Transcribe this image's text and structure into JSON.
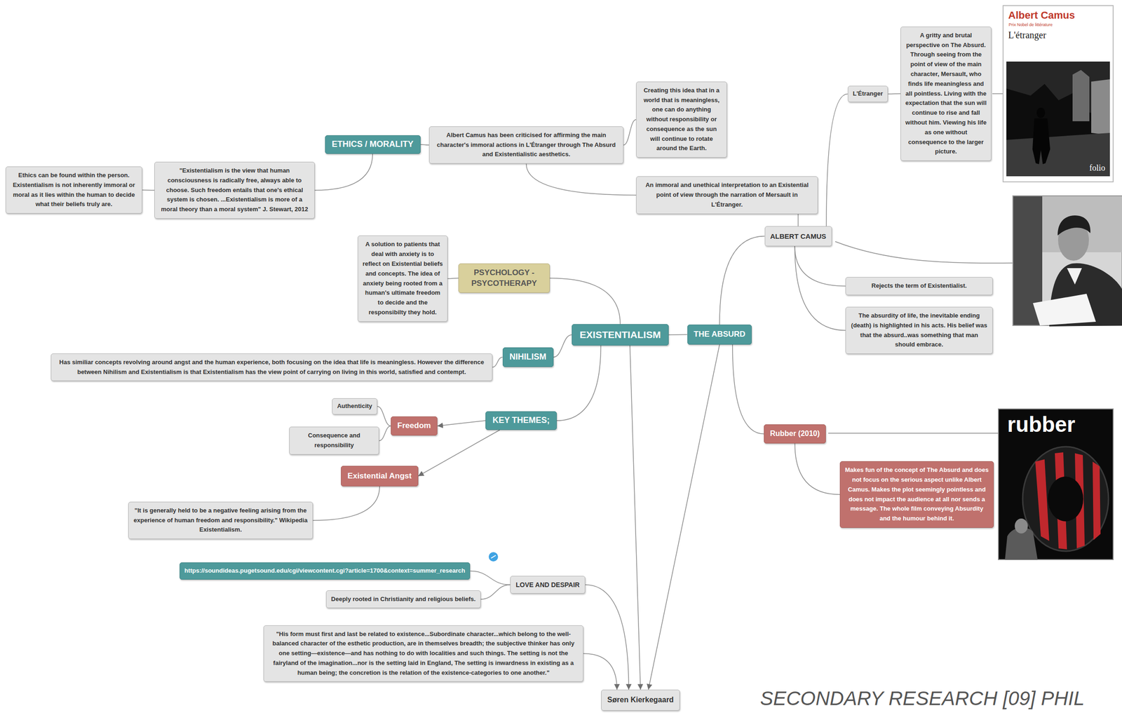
{
  "diagram": {
    "nodes": [
      {
        "text": [
          "EXISTENTIALISM"
        ]
      },
      {
        "text": [
          "THE ABSURD"
        ]
      },
      {
        "text": [
          "ETHICS / MORALITY"
        ]
      },
      {
        "text": [
          "\"Existentialism is the view that human consciousness is radically free, always able to choose. Such freedom entails that one's ethical system is chosen. ...Existentialism is more of a moral theory than a moral system\" J. Stewart, 2012"
        ]
      },
      {
        "text": [
          "Ethics can be found within the person. Existentialism is not inherently immoral or moral as it lies within the human to decide what their beliefs truly are."
        ]
      },
      {
        "text": [
          "Albert Camus has been criticised for affirming the main character's immoral actions in L'Étranger through The Absurd and Existentialistic aesthetics."
        ]
      },
      {
        "text": [
          "Creating this idea that in a world that is meaningless, one can do anything without responsibility or consequence as the sun will continue to rotate around the Earth."
        ]
      },
      {
        "text": [
          "An immoral and unethical interpretation to an Existential point of view through the narration of Mersault in L'Étranger."
        ]
      },
      {
        "text": [
          "L'Étranger"
        ]
      },
      {
        "text": [
          "A gritty and brutal perspective on The Absurd. Through seeing from the point of view of the main character, Mersault, who finds life meaningless and all pointless. Living with the expectation that the sun will continue to rise and fall without him. Viewing his life as one without consequence to the larger picture."
        ]
      },
      {
        "text": [
          "ALBERT CAMUS"
        ]
      },
      {
        "text": [
          "Rejects the term of Existentialist."
        ]
      },
      {
        "text": [
          "The absurdity of life, the inevitable ending (death) is highlighted in his acts. His belief was that the absurd..was something that man should embrace."
        ]
      },
      {
        "text": [
          "PSYCHOLOGY - PSYCOTHERAPY"
        ]
      },
      {
        "text": [
          "A solution to patients that deal with anxiety is to reflect on Existential beliefs and concepts. The idea of anxiety being rooted from a human's ultimate freedom to decide and the responsibilty they hold."
        ]
      },
      {
        "text": [
          "NIHILISM"
        ]
      },
      {
        "text": [
          "Has similiar concepts revolving around angst and the human experience, both focusing on the idea that life is meaningless. However the difference between Nihilism and Existentialism is that Existentialism has the view point of carrying on living in this world, satisfied and contempt."
        ]
      },
      {
        "text": [
          "KEY THEMES;"
        ]
      },
      {
        "text": [
          "Freedom"
        ]
      },
      {
        "text": [
          "Authenticity"
        ]
      },
      {
        "text": [
          "Consequence and responsibility"
        ]
      },
      {
        "text": [
          "Existential Angst"
        ]
      },
      {
        "text": [
          "\"It is generally held to be a negative feeling arising from the experience of human freedom and responsibility.\" Wikipedia Existentialism."
        ]
      },
      {
        "text": [
          "Rubber (2010)"
        ]
      },
      {
        "text": [
          "Makes fun of the concept of The Absurd and does not focus on the serious aspect unlike Albert Camus. Makes the plot seemingly pointless and does not impact the audience at all nor sends a message. The whole film conveying Absurdity and the humour behind it."
        ]
      },
      {
        "text": [
          "https://soundideas.pugetsound.edu/cgi/viewcontent.cgi?article=1700&context=summer_research"
        ]
      },
      {
        "text": [
          "LOVE AND DESPAIR"
        ]
      },
      {
        "text": [
          "Deeply rooted in Christianity and religious beliefs."
        ]
      },
      {
        "text": [
          "\"His form must first and last be related to existence...Subordinate character...which belong to the well-balanced character of the esthetic production, are in themselves breadth; the subjective thinker has only one setting—existence—and has nothing to do with localities and such things. The setting is not the fairyland of the imagination...nor is the setting laid in England, The setting is inwardness in existing as a human being; the concretion is the relation of the existence-categories to one another.\""
        ]
      },
      {
        "text": [
          "Søren Kierkegaard"
        ]
      }
    ],
    "edges": [
      {
        "from": 0,
        "to": 1,
        "arrow": "none"
      },
      {
        "from": 1,
        "to": 10,
        "arrow": "none"
      },
      {
        "from": 1,
        "to": 23,
        "arrow": "none"
      },
      {
        "from": 0,
        "to": 13,
        "arrow": "none"
      },
      {
        "from": 13,
        "to": 14,
        "arrow": "none"
      },
      {
        "from": 0,
        "to": 15,
        "arrow": "none"
      },
      {
        "from": 15,
        "to": 16,
        "arrow": "none"
      },
      {
        "from": 0,
        "to": 17,
        "arrow": "none"
      },
      {
        "from": 17,
        "to": 18,
        "arrow": "to"
      },
      {
        "from": 17,
        "to": 21,
        "arrow": "to"
      },
      {
        "from": 18,
        "to": 19,
        "arrow": "none"
      },
      {
        "from": 18,
        "to": 20,
        "arrow": "none"
      },
      {
        "from": 21,
        "to": 22,
        "arrow": "none"
      },
      {
        "from": 2,
        "to": 3,
        "arrow": "none"
      },
      {
        "from": 3,
        "to": 4,
        "arrow": "none"
      },
      {
        "from": 2,
        "to": 5,
        "arrow": "none"
      },
      {
        "from": 5,
        "to": 6,
        "arrow": "none"
      },
      {
        "from": 5,
        "to": 7,
        "arrow": "none"
      },
      {
        "from": 10,
        "to": 7,
        "arrow": "none"
      },
      {
        "from": 10,
        "to": 8,
        "arrow": "none"
      },
      {
        "from": 8,
        "to": 9,
        "arrow": "none"
      },
      {
        "from": 10,
        "to": 11,
        "arrow": "none"
      },
      {
        "from": 10,
        "to": 12,
        "arrow": "none"
      },
      {
        "from": 23,
        "to": 24,
        "arrow": "none"
      },
      {
        "from": 26,
        "to": 25,
        "arrow": "none"
      },
      {
        "from": 26,
        "to": 27,
        "arrow": "none"
      },
      {
        "from": 0,
        "to": 29,
        "arrow": "to"
      },
      {
        "from": 1,
        "to": 29,
        "arrow": "to"
      },
      {
        "from": 26,
        "to": 29,
        "arrow": "to"
      },
      {
        "from": 28,
        "to": 29,
        "arrow": "to"
      }
    ],
    "labels": [
      "Albert Camus",
      "Prix Nobel de littérature",
      "L'étranger",
      "folio",
      "rubber",
      "SECONDARY RESEARCH [09] PHIL"
    ]
  }
}
